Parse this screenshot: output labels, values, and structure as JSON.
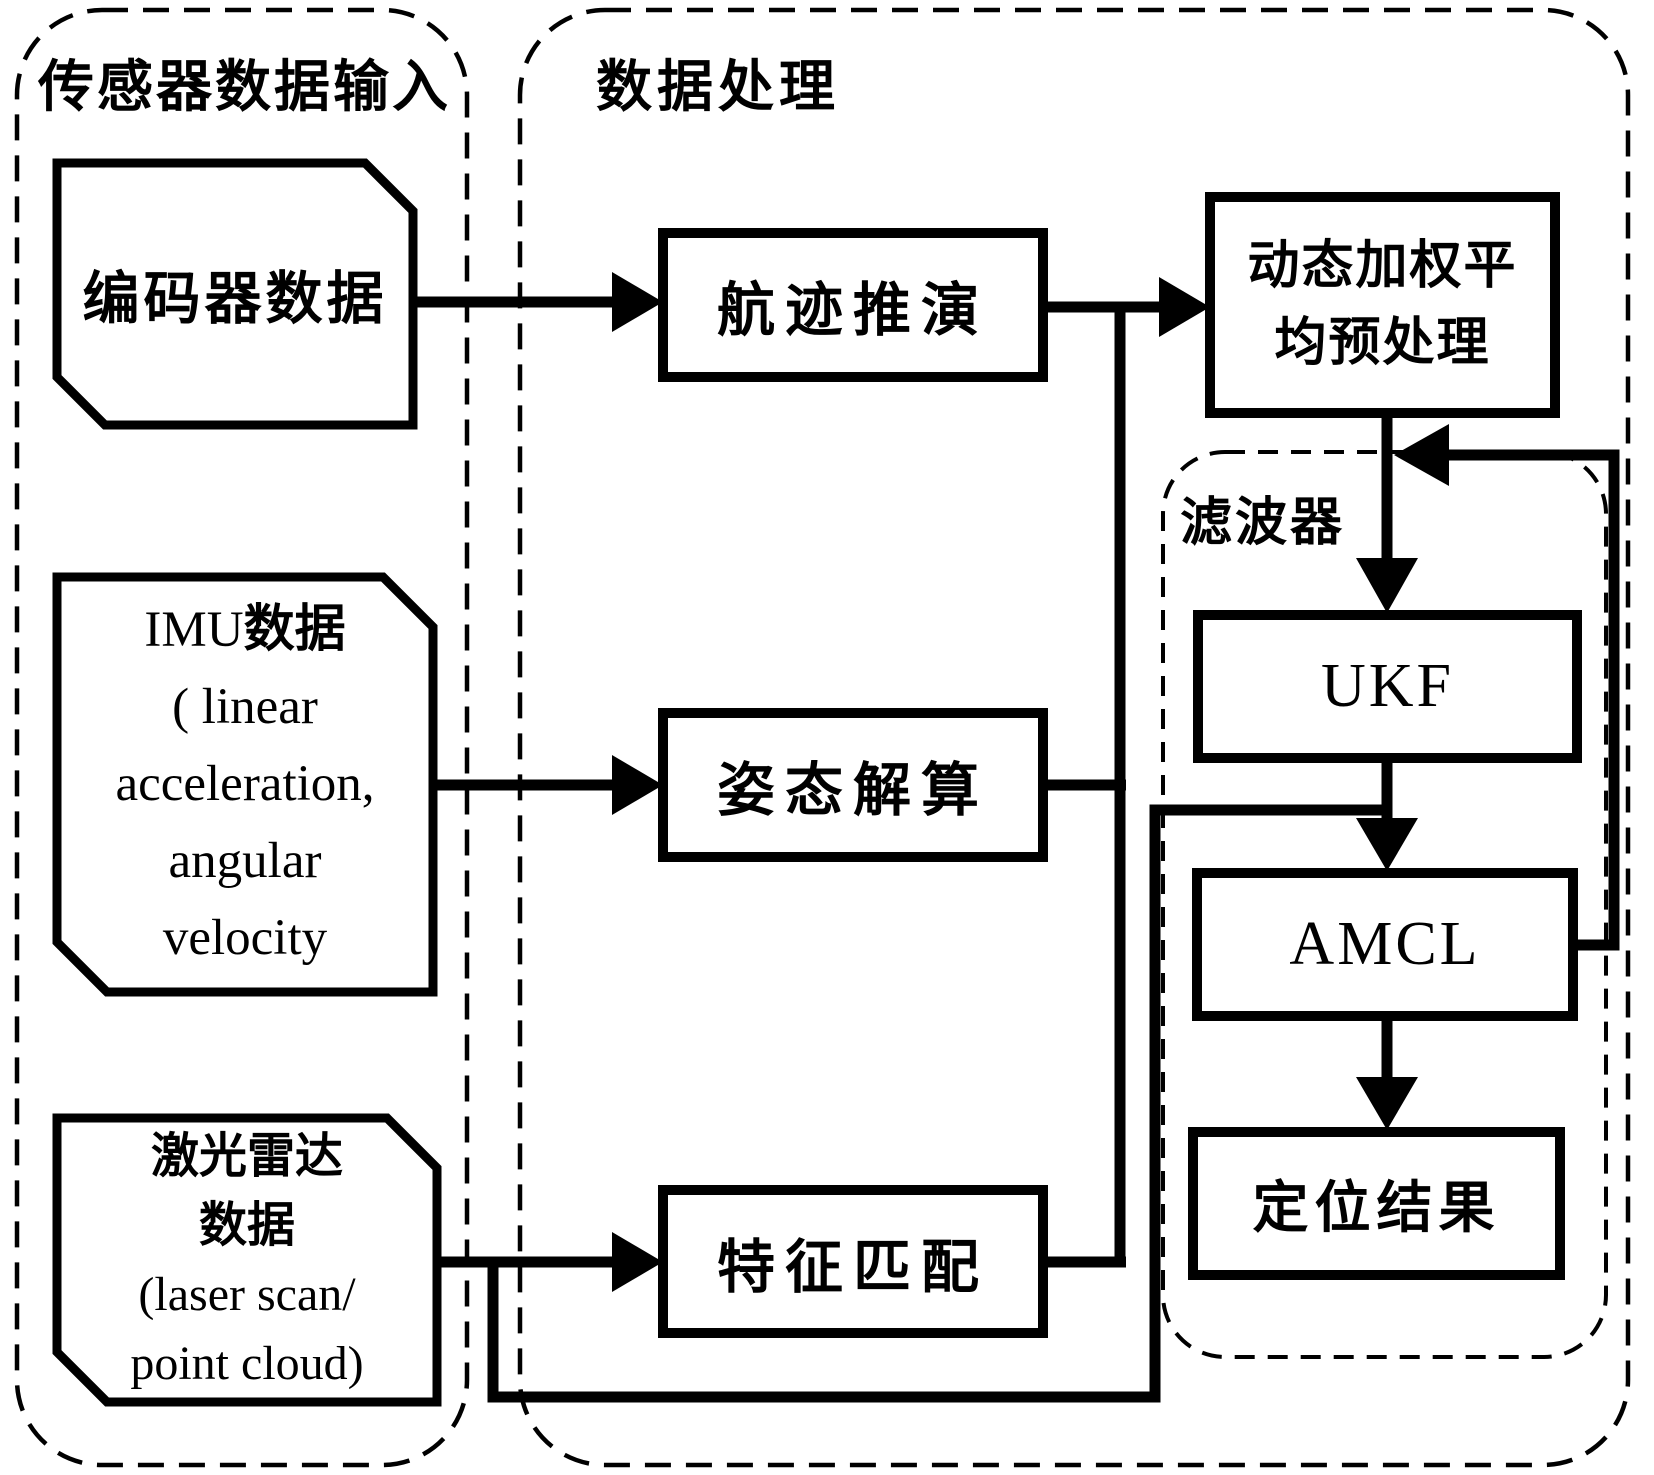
{
  "page": {
    "background": "#ffffff",
    "ink": "#000000"
  },
  "diagram": {
    "type": "flowchart",
    "containers": {
      "sensor_input": {
        "title": "传感器数据输入"
      },
      "data_processing": {
        "title": "数据处理"
      },
      "filter": {
        "title": "滤波器"
      }
    },
    "nodes": {
      "encoder": {
        "label": "编码器数据"
      },
      "imu": {
        "line1_latin": "IMU",
        "line1_cjk": "数据",
        "line2": "( linear",
        "line3": "acceleration,",
        "line4": "angular",
        "line5": "velocity"
      },
      "lidar": {
        "line1": "激光雷达",
        "line2": "数据",
        "line3": "(laser scan/",
        "line4": "point cloud)"
      },
      "dead_reckoning": {
        "label": "航迹推演"
      },
      "attitude": {
        "label": "姿态解算"
      },
      "feature_matching": {
        "label": "特征匹配"
      },
      "preprocess": {
        "line1": "动态加权平",
        "line2": "均预处理"
      },
      "ukf": {
        "label": "UKF"
      },
      "amcl": {
        "label": "AMCL"
      },
      "result": {
        "label": "定位结果"
      }
    },
    "edges": [
      {
        "from": "encoder",
        "to": "dead_reckoning"
      },
      {
        "from": "dead_reckoning",
        "to": "preprocess"
      },
      {
        "from": "imu",
        "to": "attitude"
      },
      {
        "from": "attitude",
        "to": "preprocess"
      },
      {
        "from": "lidar",
        "to": "feature_matching"
      },
      {
        "from": "feature_matching",
        "to": "preprocess"
      },
      {
        "from": "lidar",
        "to": "amcl"
      },
      {
        "from": "preprocess",
        "to": "ukf"
      },
      {
        "from": "ukf",
        "to": "amcl"
      },
      {
        "from": "amcl",
        "to": "result"
      },
      {
        "from": "amcl",
        "to": "preprocess",
        "note": "feedback"
      }
    ]
  }
}
